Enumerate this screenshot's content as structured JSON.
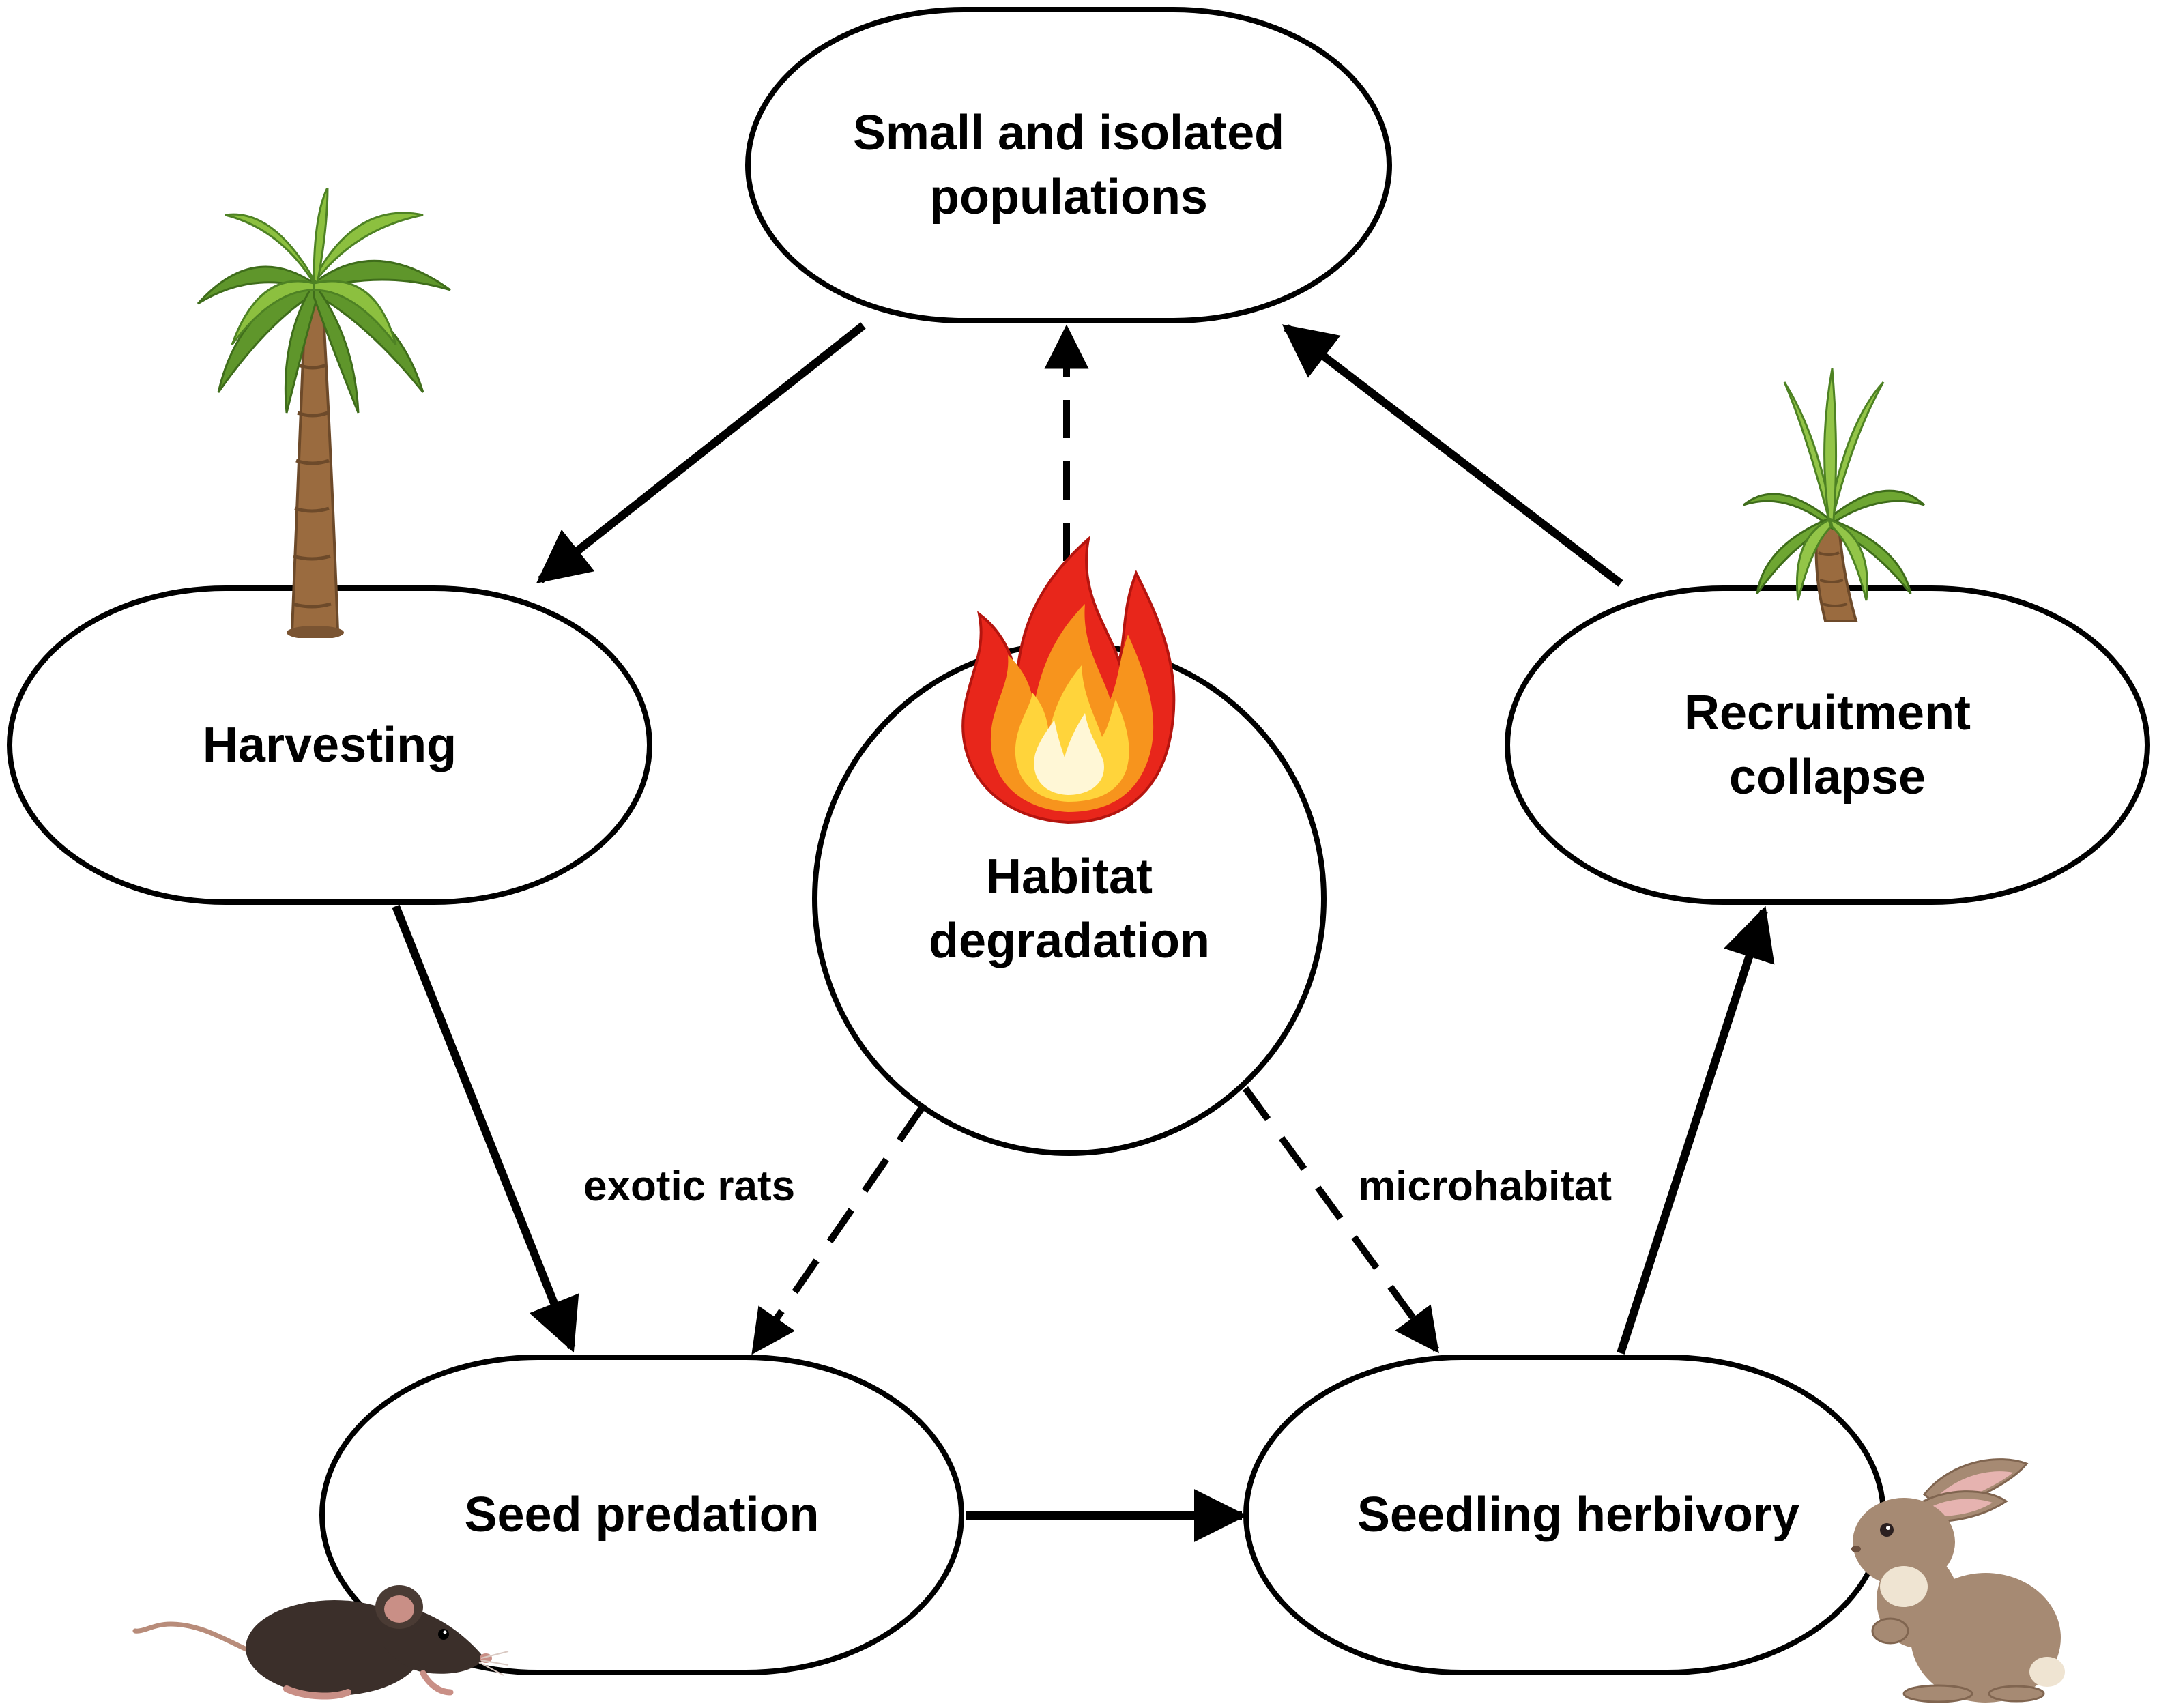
{
  "diagram": {
    "nodes": {
      "small_isolated": {
        "line1": "Small and isolated",
        "line2": "populations"
      },
      "harvesting": {
        "label": "Harvesting"
      },
      "recruitment": {
        "line1": "Recruitment",
        "line2": "collapse"
      },
      "habitat": {
        "line1": "Habitat",
        "line2": "degradation"
      },
      "seed_predation": {
        "label": "Seed predation"
      },
      "seedling_herbivory": {
        "label": "Seedling herbivory"
      }
    },
    "edge_labels": {
      "exotic_rats": "exotic rats",
      "microhabitat": "microhabitat"
    },
    "edges": [
      {
        "from": "small_isolated",
        "to": "harvesting",
        "style": "solid"
      },
      {
        "from": "harvesting",
        "to": "seed_predation",
        "style": "solid"
      },
      {
        "from": "seed_predation",
        "to": "seedling_herbivory",
        "style": "solid"
      },
      {
        "from": "seedling_herbivory",
        "to": "recruitment",
        "style": "solid"
      },
      {
        "from": "recruitment",
        "to": "small_isolated",
        "style": "solid"
      },
      {
        "from": "habitat",
        "to": "small_isolated",
        "style": "dashed"
      },
      {
        "from": "habitat",
        "to": "seed_predation",
        "style": "dashed",
        "label": "exotic rats"
      },
      {
        "from": "habitat",
        "to": "seedling_herbivory",
        "style": "dashed",
        "label": "microhabitat"
      }
    ],
    "illustrations": [
      "tall-palm-icon",
      "young-palm-icon",
      "fire-icon",
      "rat-icon",
      "rabbit-icon"
    ],
    "colors": {
      "stroke": "#000000",
      "fill": "#ffffff",
      "palm_leaf": "#7cae3a",
      "palm_trunk": "#9a6b3f",
      "fire_outer": "#e8261b",
      "fire_mid": "#f7941d",
      "rat": "#3b2f2a",
      "rabbit": "#a68a73"
    }
  }
}
